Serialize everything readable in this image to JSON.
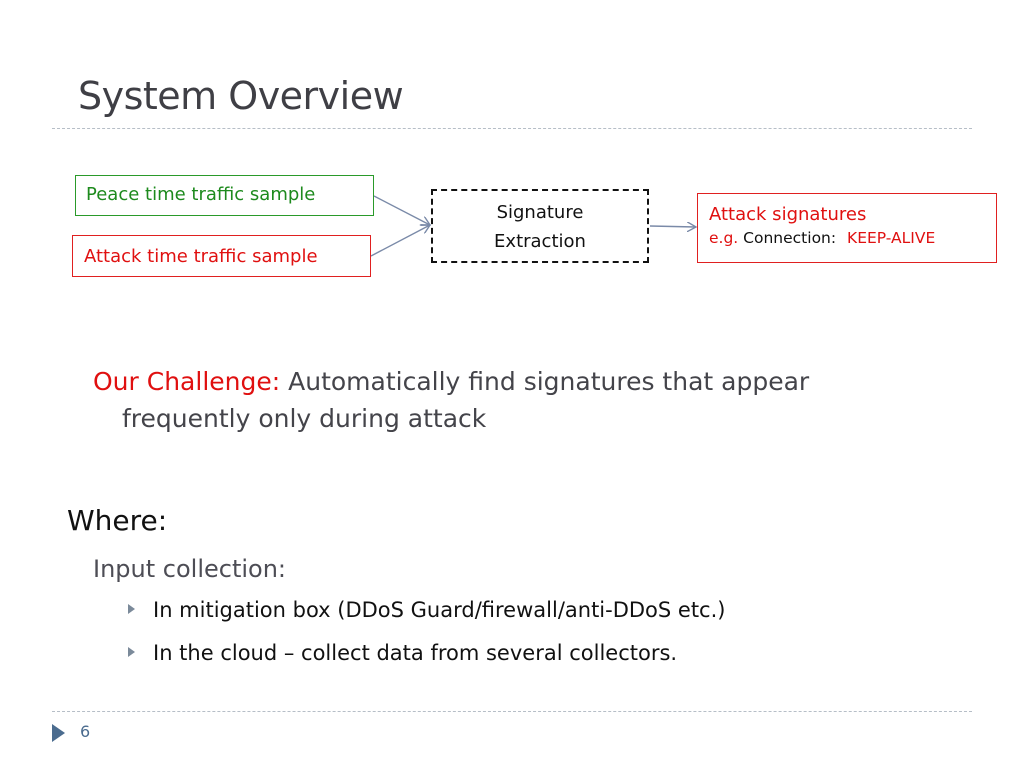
{
  "slide": {
    "title": "System Overview",
    "page_number": "6"
  },
  "diagram": {
    "peace_box": "Peace time traffic sample",
    "attack_box": "Attack time traffic sample",
    "process_box_line1": "Signature",
    "process_box_line2": "Extraction",
    "output_title": "Attack signatures",
    "output_eg": "e.g.",
    "output_example": "Connection:",
    "output_value": "KEEP-ALIVE"
  },
  "body": {
    "challenge_label": "Our Challenge:",
    "challenge_text_1": "Automatically find signatures that appear",
    "challenge_text_2": "frequently only during attack",
    "where_label": "Where:",
    "input_label": "Input collection:",
    "bullets": [
      "In mitigation box (DDoS Guard/firewall/anti-DDoS etc.)",
      "In the cloud – collect data from several collectors."
    ]
  },
  "colors": {
    "title": "#3f3f45",
    "accent_red": "#e01010",
    "accent_green": "#1d8a1d",
    "arrow": "#7a8aa8",
    "page_marker": "#4b6c8f"
  }
}
